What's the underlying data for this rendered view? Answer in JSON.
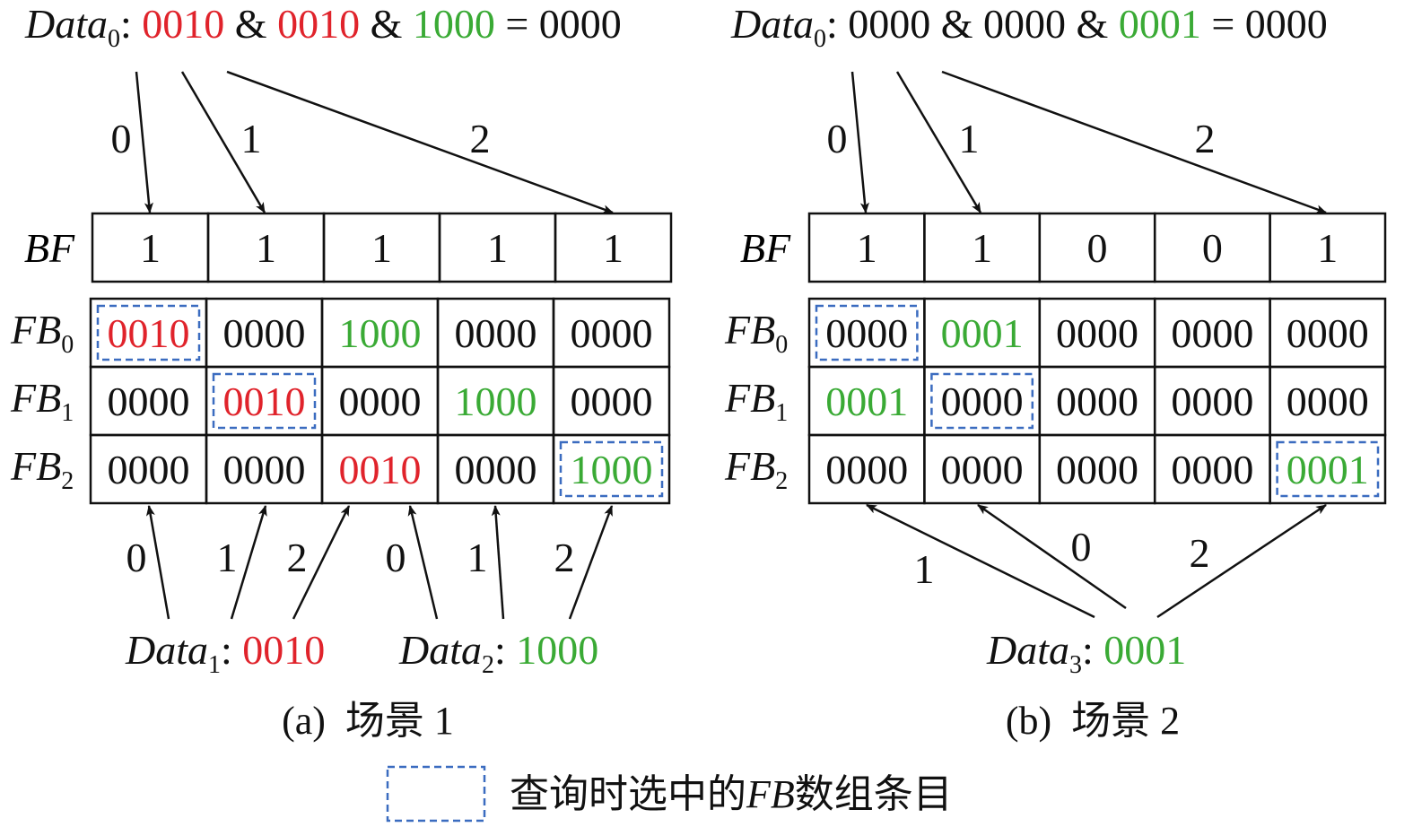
{
  "colors": {
    "red": "#e0232b",
    "green": "#3aaa35",
    "blue": "#3b6cc0",
    "black": "#111111"
  },
  "panels": [
    {
      "id": "a",
      "top_label": {
        "name": "Data",
        "sub": "0",
        "parts": [
          {
            "text": "0010",
            "color": "red"
          },
          {
            "text": " & ",
            "color": "black"
          },
          {
            "text": "0010",
            "color": "red"
          },
          {
            "text": " & ",
            "color": "black"
          },
          {
            "text": "1000",
            "color": "green"
          },
          {
            "text": " = 0000",
            "color": "black"
          }
        ]
      },
      "top_arrow_labels": [
        "0",
        "1",
        "2"
      ],
      "bf_label": "BF",
      "bf": [
        "1",
        "1",
        "1",
        "1",
        "1"
      ],
      "fb_labels": [
        {
          "name": "FB",
          "sub": "0"
        },
        {
          "name": "FB",
          "sub": "1"
        },
        {
          "name": "FB",
          "sub": "2"
        }
      ],
      "fb": [
        [
          {
            "v": "0010",
            "c": "red",
            "sel": true
          },
          {
            "v": "0000",
            "c": "black"
          },
          {
            "v": "1000",
            "c": "green"
          },
          {
            "v": "0000",
            "c": "black"
          },
          {
            "v": "0000",
            "c": "black"
          }
        ],
        [
          {
            "v": "0000",
            "c": "black"
          },
          {
            "v": "0010",
            "c": "red",
            "sel": true
          },
          {
            "v": "0000",
            "c": "black"
          },
          {
            "v": "1000",
            "c": "green"
          },
          {
            "v": "0000",
            "c": "black"
          }
        ],
        [
          {
            "v": "0000",
            "c": "black"
          },
          {
            "v": "0000",
            "c": "black"
          },
          {
            "v": "0010",
            "c": "red"
          },
          {
            "v": "0000",
            "c": "black"
          },
          {
            "v": "1000",
            "c": "green",
            "sel": true
          }
        ]
      ],
      "bottom_arrow_labels": [
        "0",
        "1",
        "2",
        "0",
        "1",
        "2"
      ],
      "bottom_items": [
        {
          "name": "Data",
          "sub": "1",
          "value": "0010",
          "color": "red"
        },
        {
          "name": "Data",
          "sub": "2",
          "value": "1000",
          "color": "green"
        }
      ],
      "caption": "(a)  场景 1"
    },
    {
      "id": "b",
      "top_label": {
        "name": "Data",
        "sub": "0",
        "parts": [
          {
            "text": "0000 & 0000 & ",
            "color": "black"
          },
          {
            "text": "0001",
            "color": "green"
          },
          {
            "text": " = 0000",
            "color": "black"
          }
        ]
      },
      "top_arrow_labels": [
        "0",
        "1",
        "2"
      ],
      "bf_label": "BF",
      "bf": [
        "1",
        "1",
        "0",
        "0",
        "1"
      ],
      "fb_labels": [
        {
          "name": "FB",
          "sub": "0"
        },
        {
          "name": "FB",
          "sub": "1"
        },
        {
          "name": "FB",
          "sub": "2"
        }
      ],
      "fb": [
        [
          {
            "v": "0000",
            "c": "black",
            "sel": true
          },
          {
            "v": "0001",
            "c": "green"
          },
          {
            "v": "0000",
            "c": "black"
          },
          {
            "v": "0000",
            "c": "black"
          },
          {
            "v": "0000",
            "c": "black"
          }
        ],
        [
          {
            "v": "0001",
            "c": "green"
          },
          {
            "v": "0000",
            "c": "black",
            "sel": true
          },
          {
            "v": "0000",
            "c": "black"
          },
          {
            "v": "0000",
            "c": "black"
          },
          {
            "v": "0000",
            "c": "black"
          }
        ],
        [
          {
            "v": "0000",
            "c": "black"
          },
          {
            "v": "0000",
            "c": "black"
          },
          {
            "v": "0000",
            "c": "black"
          },
          {
            "v": "0000",
            "c": "black"
          },
          {
            "v": "0001",
            "c": "green",
            "sel": true
          }
        ]
      ],
      "bottom_arrow_labels": [
        "1",
        "0",
        "2"
      ],
      "bottom_items": [
        {
          "name": "Data",
          "sub": "3",
          "value": "0001",
          "color": "green"
        }
      ],
      "caption": "(b)  场景 2"
    }
  ],
  "legend": {
    "label_pre": "查询时选中的",
    "label_fb": "FB",
    "label_post": "数组条目"
  }
}
